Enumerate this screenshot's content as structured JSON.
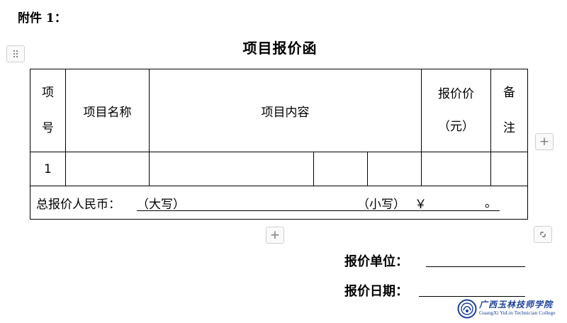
{
  "attachment_label": "附件 1：",
  "title": "项目报价函",
  "table": {
    "headers": {
      "item_no": [
        "项",
        "号"
      ],
      "item_name": "项目名称",
      "item_content": "项目内容",
      "price": [
        "报价价",
        "（元）"
      ],
      "remark": [
        "备",
        "注"
      ]
    },
    "rows": [
      {
        "no": "1"
      }
    ],
    "total": {
      "label": "总报价人民币：",
      "upper_label": "（大写）",
      "lower_label": "（小写）",
      "currency_symbol": "￥",
      "end_mark": "。"
    }
  },
  "signature": {
    "unit_label": "报价单位：",
    "date_label": "报价日期："
  },
  "watermark": {
    "name_cn": "广西玉林技师学院",
    "name_en": "GuangXi YuLin Technician College"
  },
  "controls": {
    "add_symbol": "+",
    "drag_icon": "grip-dots-icon",
    "resize_icon": "resize-corner-icon"
  }
}
